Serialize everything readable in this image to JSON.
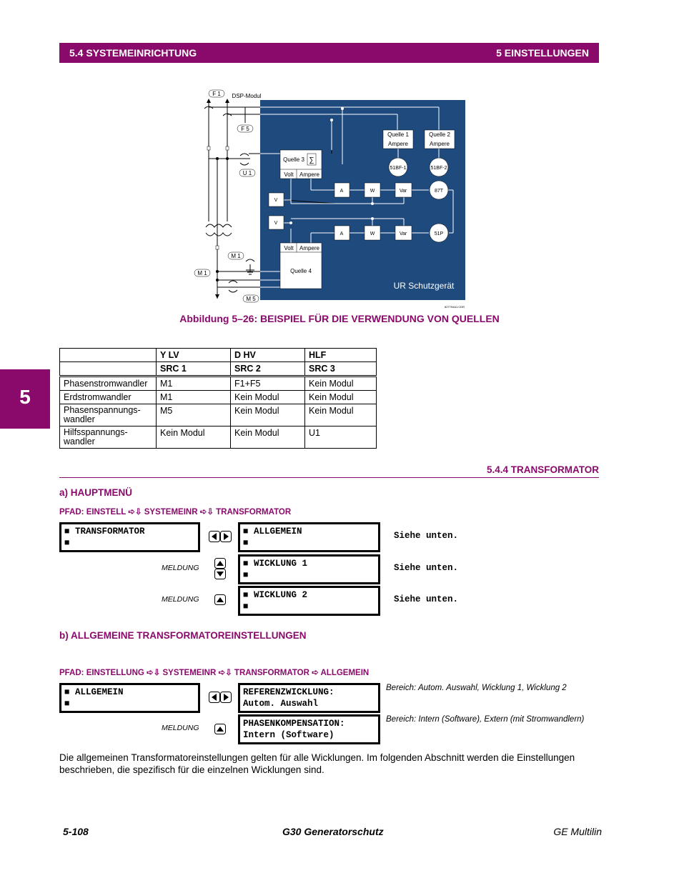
{
  "header": {
    "left": "5.4 SYSTEMEINRICHTUNG",
    "right": "5 EINSTELLUNGEN"
  },
  "side_tab": "5",
  "figure": {
    "labels": {
      "f1": "F 1",
      "dsp": "DSP-Modul",
      "f5": "F 5",
      "u1": "U 1",
      "m1a": "M 1",
      "m1b": "M 1",
      "m5": "M 5",
      "q1a": "Quelle 1",
      "q1b": "Ampere",
      "q2a": "Quelle 2",
      "q2b": "Ampere",
      "q3": "Quelle 3",
      "sigma": "∑",
      "volt3": "Volt",
      "amp3": "Ampere",
      "bf1": "51BF-1",
      "bf2": "51BF-2",
      "t87": "87T",
      "p51": "51P",
      "v1": "V",
      "v2": "V",
      "a1": "A",
      "w1": "W",
      "var1": "Var",
      "a2": "A",
      "w2": "W",
      "var2": "Var",
      "volt4": "Volt",
      "amp4": "Ampere",
      "q4": "Quelle 4",
      "device": "UR Schutzgerät",
      "code": "827794A1.CDR"
    },
    "caption": "Abbildung 5–26: BEISPIEL FÜR DIE VERWENDUNG VON QUELLEN"
  },
  "source_table": {
    "header1": [
      "",
      "Y LV",
      "D HV",
      "HLF"
    ],
    "header2": [
      "",
      "SRC 1",
      "SRC 2",
      "SRC 3"
    ],
    "rows": [
      [
        "Phasenstromwandler",
        "M1",
        "F1+F5",
        "Kein Modul"
      ],
      [
        "Erdstromwandler",
        "M1",
        "Kein Modul",
        "Kein Modul"
      ],
      [
        "Phasenspannungs-\nwandler",
        "M5",
        "Kein Modul",
        "Kein Modul"
      ],
      [
        "Hilfsspannungs-\nwandler",
        "Kein Modul",
        "Kein Modul",
        "U1"
      ]
    ]
  },
  "section": {
    "title": "5.4.4 TRANSFORMATOR"
  },
  "part_a": {
    "heading": "a) HAUPTMENÜ",
    "path": "PFAD: EINSTELL ➪⇩ SYSTEMEINR ➪⇩ TRANSFORMATOR",
    "main_box": "■ TRANSFORMATOR",
    "main_box2": "■",
    "items": [
      {
        "line1": "■ ALLGEMEIN",
        "line2": "■",
        "note": "Siehe unten.",
        "meldung": ""
      },
      {
        "line1": "■ WICKLUNG 1",
        "line2": "■",
        "note": "Siehe unten.",
        "meldung": "MELDUNG"
      },
      {
        "line1": "■ WICKLUNG 2",
        "line2": "■",
        "note": "Siehe unten.",
        "meldung": "MELDUNG"
      }
    ]
  },
  "part_b": {
    "heading": "b) ALLGEMEINE TRANSFORMATOREINSTELLUNGEN",
    "path": "PFAD: EINSTELLUNG ➪⇩ SYSTEMEINR ➪⇩ TRANSFORMATOR ➪ ALLGEMEIN",
    "main_box": "■ ALLGEMEIN",
    "main_box2": "■",
    "items": [
      {
        "line1": "REFERENZWICKLUNG:",
        "line2": "Autom. Auswahl",
        "range_label": "Bereich:",
        "range": "Autom. Auswahl, Wicklung 1, Wicklung 2",
        "meldung": ""
      },
      {
        "line1": "PHASENKOMPENSATION:",
        "line2": "Intern (Software)",
        "range_label": "Bereich:",
        "range": "Intern (Software), Extern (mit Stromwandlern)",
        "meldung": "MELDUNG"
      }
    ]
  },
  "body_text": "Die allgemeinen Transformatoreinstellungen gelten für alle Wicklungen. Im folgenden Abschnitt werden die Einstellungen beschrieben, die spezifisch für die einzelnen Wicklungen sind.",
  "footer": {
    "left": "5-108",
    "center": "G30 Generatorschutz",
    "right": "GE Multilin"
  },
  "colors": {
    "accent": "#8a0a6b",
    "diagram_bg": "#1f4a7e"
  }
}
